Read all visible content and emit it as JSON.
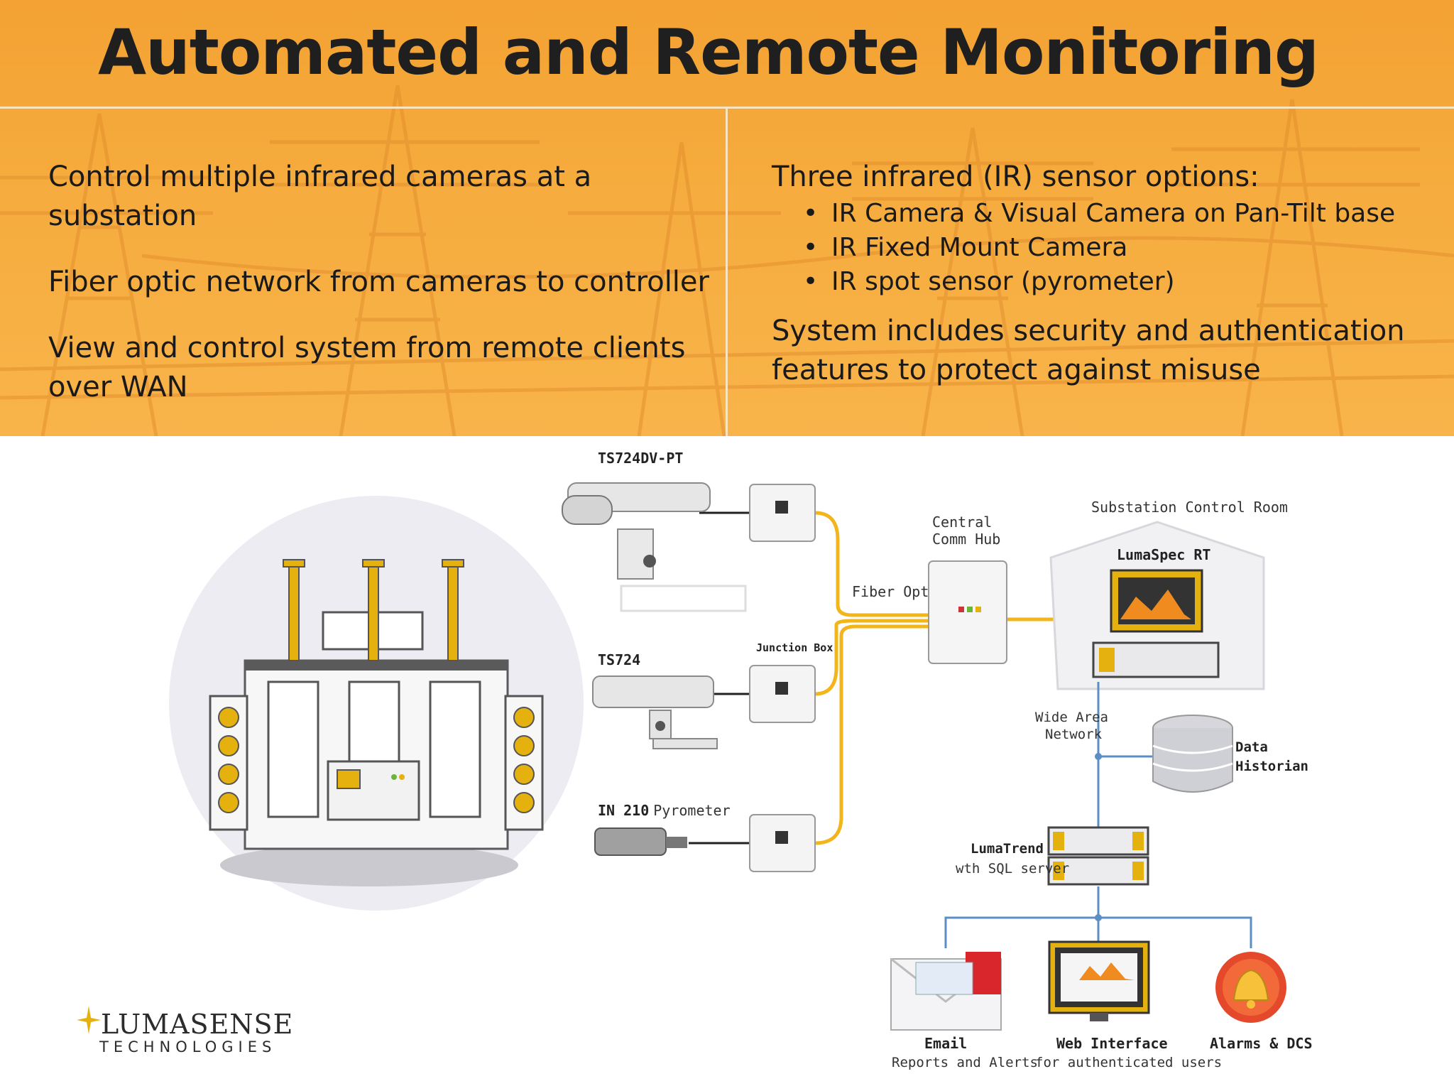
{
  "slide": {
    "title": "Automated and Remote Monitoring",
    "left_points": [
      "Control multiple infrared cameras at a substation",
      "Fiber optic network from cameras to controller",
      "View and control system from remote clients over WAN"
    ],
    "right_heading": "Three infrared (IR) sensor options:",
    "right_bullets": [
      "IR Camera & Visual Camera on Pan-Tilt base",
      "IR Fixed Mount Camera",
      "IR spot sensor (pyrometer)"
    ],
    "right_point": "System includes security and authentication features to protect against misuse"
  },
  "diagram": {
    "camera1_label": "TS724DV-PT",
    "camera2_label": "TS724",
    "pyrometer_model": "IN 210",
    "pyrometer_word": "Pyrometer",
    "junction_box_label": "Junction Box",
    "fiber_label": "Fiber Optic",
    "hub_label_1": "Central",
    "hub_label_2": "Comm Hub",
    "control_room_label": "Substation Control Room",
    "lumaspec_label": "LumaSpec RT",
    "wan_label_1": "Wide Area",
    "wan_label_2": "Network",
    "historian_label_1": "Data",
    "historian_label_2": "Historian",
    "lumatrend_label_1": "LumaTrend",
    "lumatrend_label_2": "wth SQL server",
    "email_label_1": "Email",
    "email_label_2": "Reports and Alerts",
    "web_label_1": "Web Interface",
    "web_label_2": "for authenticated users",
    "alarm_label": "Alarms & DCS"
  },
  "logo": {
    "name": "LUMASENSE",
    "sub": "TECHNOLOGIES"
  },
  "colors": {
    "banner": "#f6ac3e",
    "fiber": "#f2b51a",
    "network": "#5b8fc4",
    "accent_yellow": "#e8b30f"
  }
}
